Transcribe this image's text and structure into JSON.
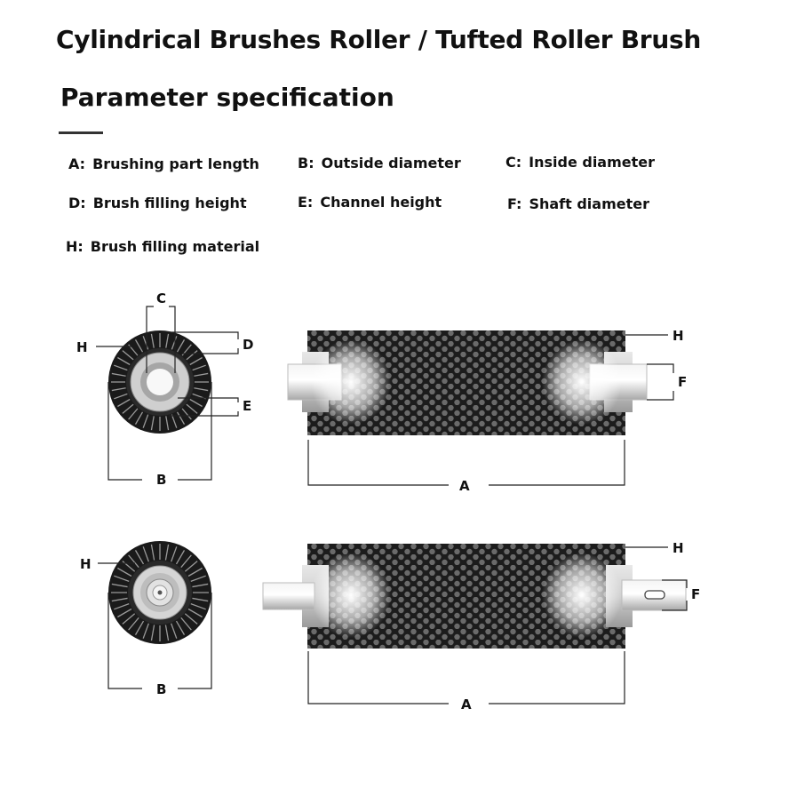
{
  "header": {
    "title": "Cylindrical Brushes Roller / Tufted Roller Brush",
    "subtitle": "Parameter specification"
  },
  "parameters": [
    {
      "key": "A:",
      "text": "Brushing part length"
    },
    {
      "key": "B:",
      "text": "Outside diameter"
    },
    {
      "key": "C:",
      "text": "Inside diameter"
    },
    {
      "key": "D:",
      "text": "Brush filling height"
    },
    {
      "key": "E:",
      "text": "Channel height"
    },
    {
      "key": "F:",
      "text": "Shaft diameter"
    },
    {
      "key": "H:",
      "text": "Brush filling material"
    }
  ],
  "diagram_labels": {
    "A": "A",
    "B": "B",
    "C": "C",
    "D": "D",
    "E": "E",
    "F": "F",
    "H": "H"
  },
  "colors": {
    "bristle": "#1c1c1c",
    "tuft_dot": "#6a6a6a",
    "core": "#cfcfcf",
    "shaft": "#e6e6e6",
    "line": "#222222"
  }
}
